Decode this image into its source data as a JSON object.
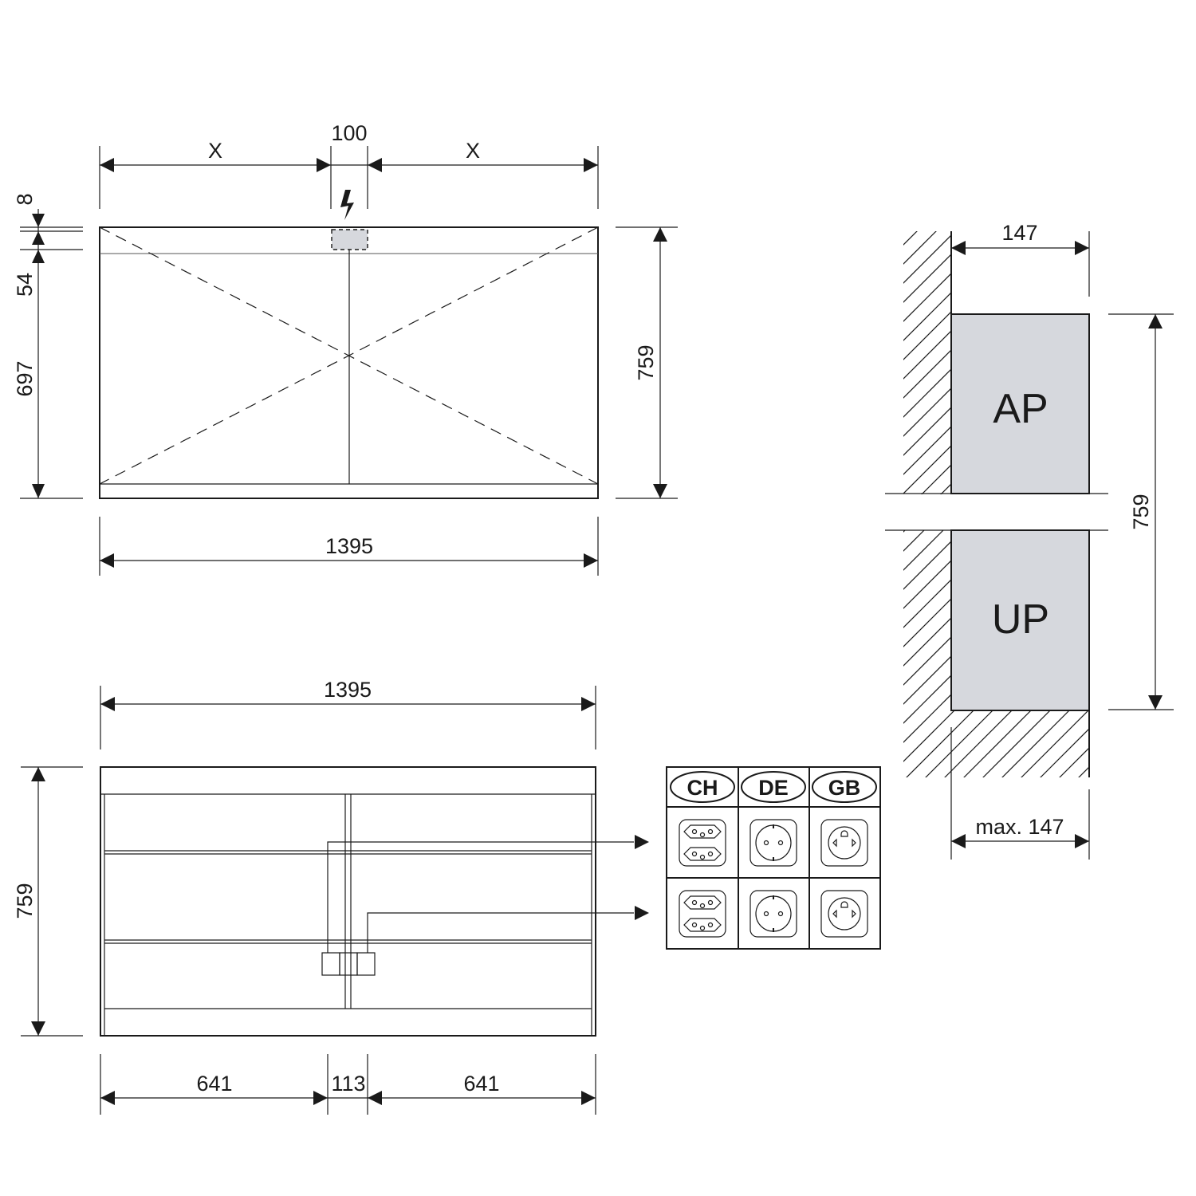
{
  "colors": {
    "ink": "#1a1a1a",
    "panel_fill": "#d6d8dd"
  },
  "icons": [
    "power-lightning-icon",
    "swiss-socket-icon",
    "schuko-socket-icon",
    "british-socket-icon"
  ],
  "top_view": {
    "width_label": "1395",
    "gap_label": "100",
    "x_left": "X",
    "x_right": "X",
    "height_label": "759",
    "left_top": "8",
    "left_mid": "54",
    "left_bottom": "697"
  },
  "front_view": {
    "width_label": "1395",
    "height_label": "759",
    "left_width": "641",
    "middle_width": "113",
    "right_width": "641"
  },
  "sockets": {
    "countries": [
      "CH",
      "DE",
      "GB"
    ]
  },
  "side_view": {
    "depth_top": "147",
    "depth_bottom": "max. 147",
    "height_label": "759",
    "upper_label": "AP",
    "lower_label": "UP"
  }
}
